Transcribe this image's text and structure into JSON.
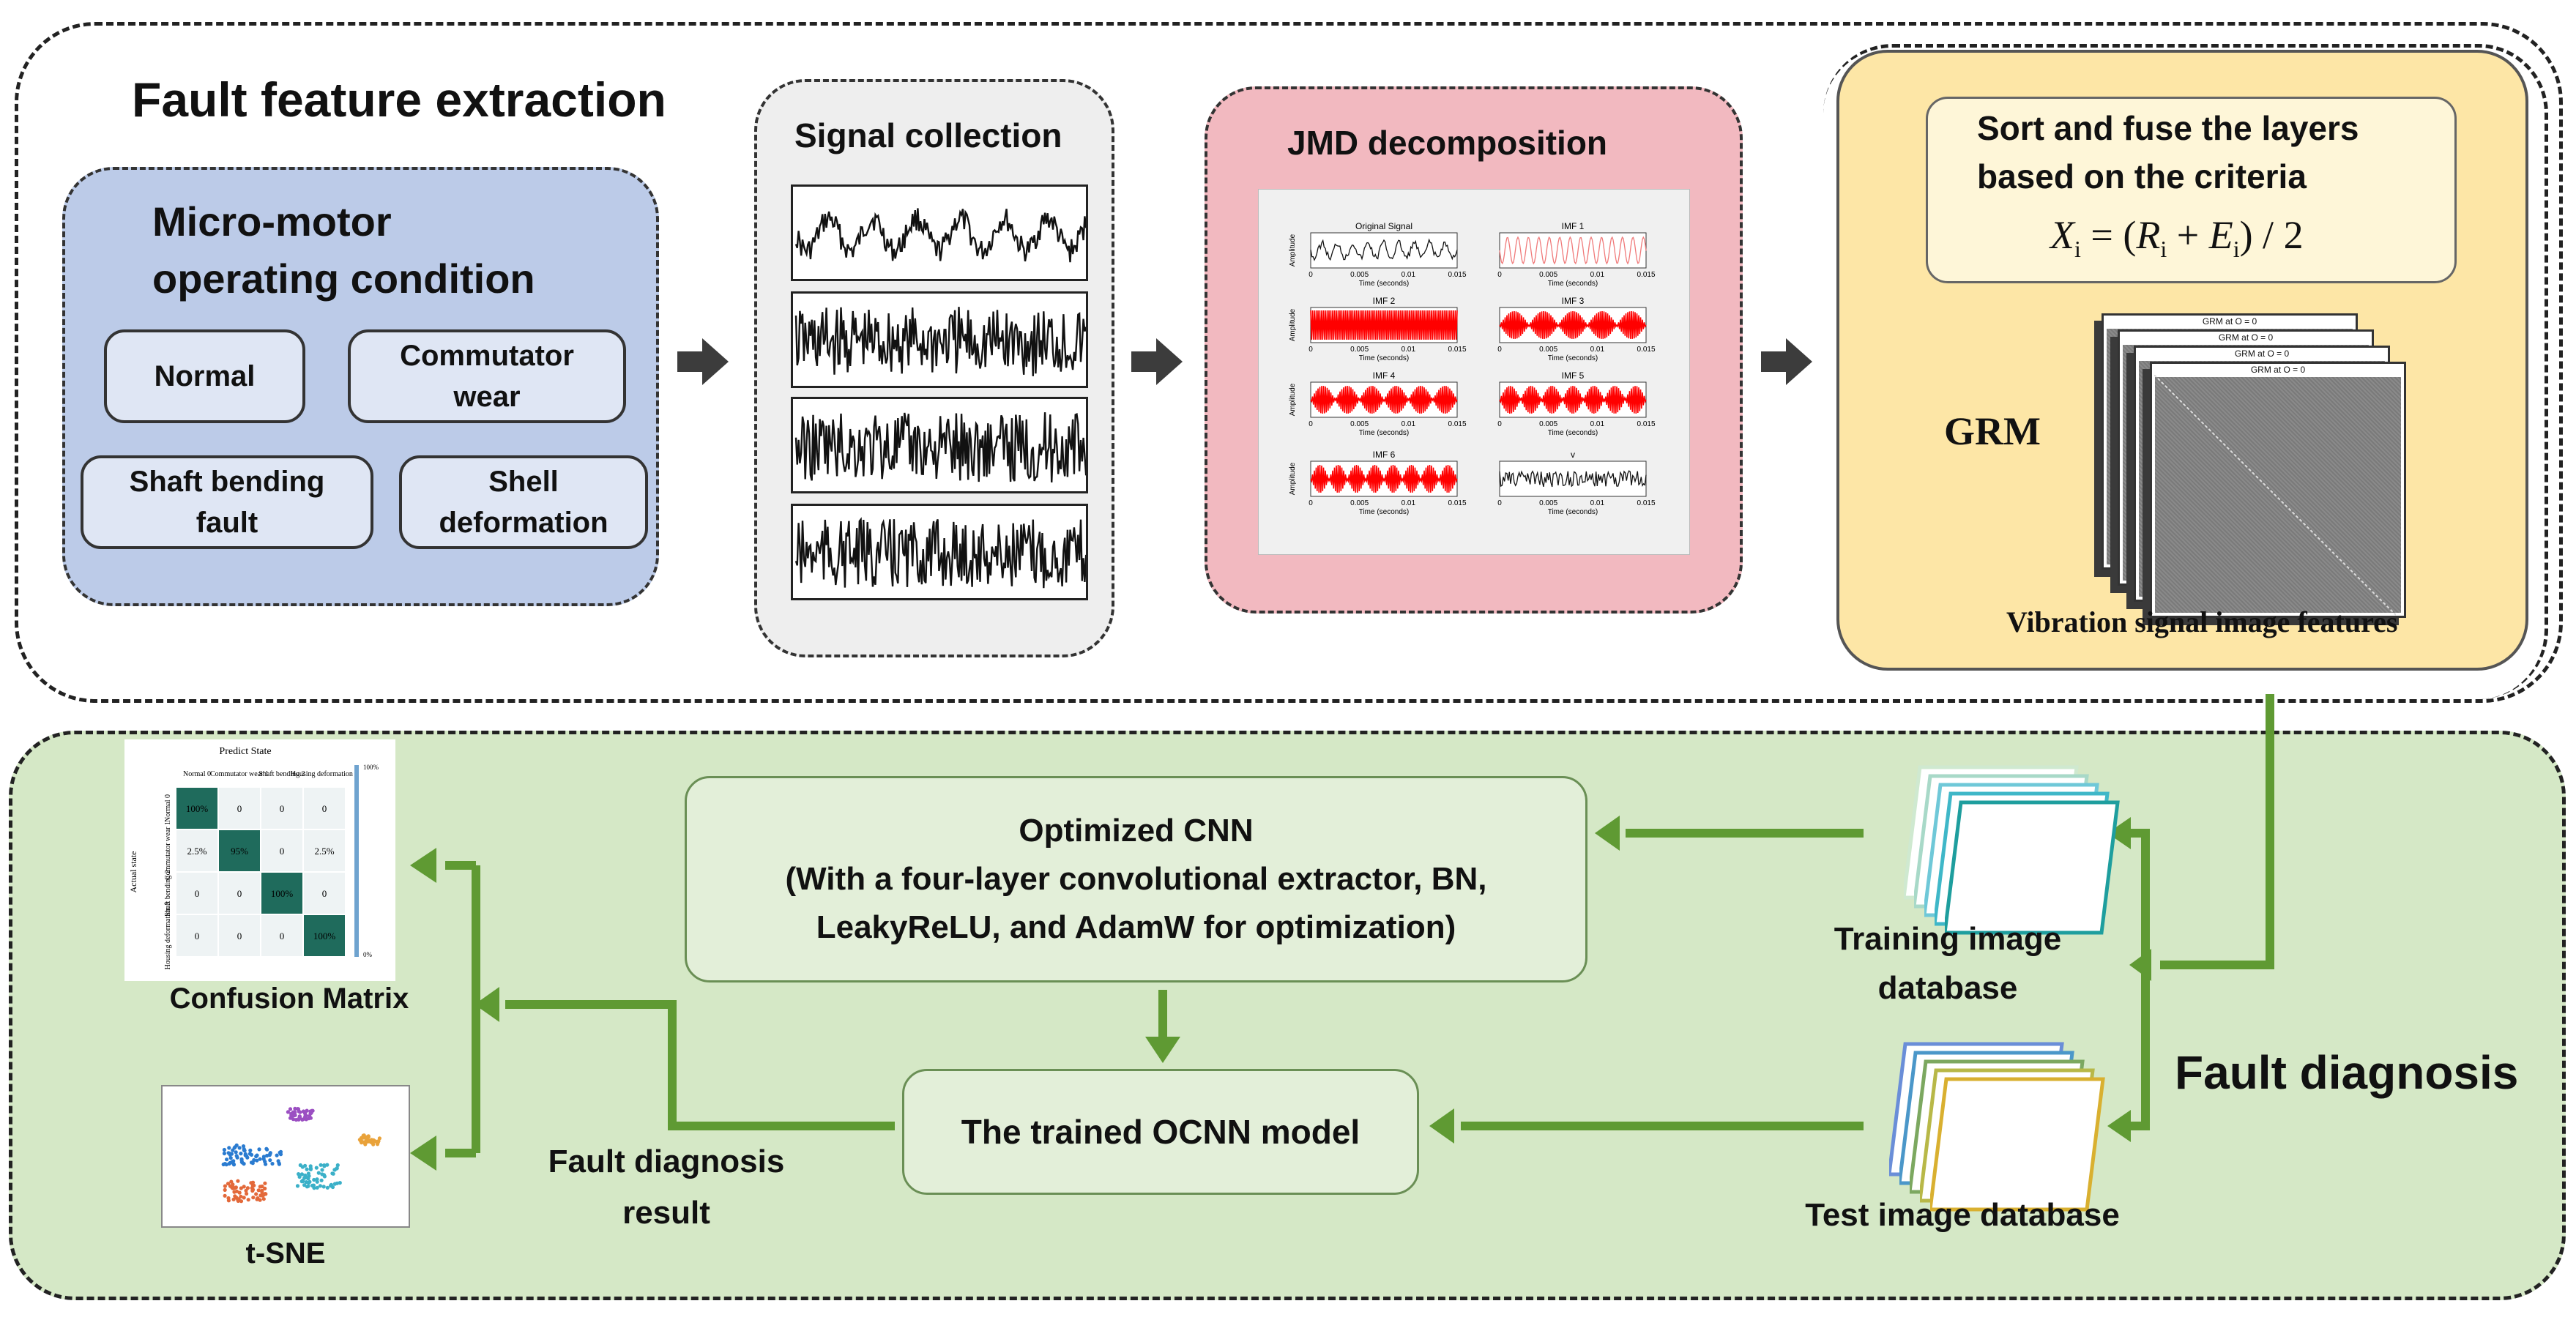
{
  "top_section": {
    "title": "Fault feature extraction",
    "micromotor": {
      "title_line1": "Micro-motor",
      "title_line2": "operating condition",
      "conditions": [
        {
          "line1": "Normal",
          "line2": ""
        },
        {
          "line1": "Commutator",
          "line2": "wear"
        },
        {
          "line1": "Shaft bending",
          "line2": "fault"
        },
        {
          "line1": "Shell",
          "line2": "deformation"
        }
      ]
    },
    "signal": {
      "title": "Signal collection"
    },
    "jmd": {
      "title": "JMD decomposition",
      "subplots": [
        {
          "title": "Original Signal",
          "ylabel": "Amplitude",
          "xlabel": "Time (seconds)"
        },
        {
          "title": "IMF 1",
          "ylabel": "",
          "xlabel": "Time (seconds)"
        },
        {
          "title": "IMF 2",
          "ylabel": "Amplitude",
          "xlabel": "Time (seconds)"
        },
        {
          "title": "IMF 3",
          "ylabel": "",
          "xlabel": "Time (seconds)"
        },
        {
          "title": "IMF 4",
          "ylabel": "Amplitude",
          "xlabel": "Time (seconds)"
        },
        {
          "title": "IMF 5",
          "ylabel": "",
          "xlabel": "Time (seconds)"
        },
        {
          "title": "IMF 6",
          "ylabel": "Amplitude",
          "xlabel": "Time (seconds)"
        },
        {
          "title": "v",
          "ylabel": "",
          "xlabel": "Time (seconds)"
        }
      ],
      "xticks": [
        "0",
        "0.005",
        "0.01",
        "0.015"
      ]
    },
    "grm": {
      "criteria_line1": "Sort and fuse the layers",
      "criteria_line2": "based on the criteria",
      "formula_lhs": "X",
      "formula_sub": "i",
      "formula_eq": " = (",
      "formula_r": "R",
      "formula_plus": " + ",
      "formula_e": "E",
      "formula_end": ") / 2",
      "label": "GRM",
      "stack_title": "GRM at O = 0",
      "caption": "Vibration signal image features"
    }
  },
  "bottom_section": {
    "title": "Fault diagnosis",
    "cnn": {
      "line1": "Optimized CNN",
      "line2": "(With a four-layer convolutional extractor, BN,",
      "line3": "LeakyReLU, and AdamW for optimization)"
    },
    "trained_model": "The trained OCNN model",
    "training_db_line1": "Training image",
    "training_db_line2": "database",
    "test_db": "Test image database",
    "result_line1": "Fault diagnosis",
    "result_line2": "result",
    "confusion": {
      "caption": "Confusion Matrix",
      "title": "Predict State",
      "ylabel": "Actual state",
      "col_labels": [
        "Normal 0",
        "Commutator wear 1",
        "Shaft bending 2",
        "Housing deformation 3"
      ],
      "row_labels": [
        "Normal 0",
        "Commutator wear 1",
        "Shaft bending 2",
        "Housing deformation 3"
      ],
      "cells": [
        [
          "100%",
          "0",
          "0",
          "0"
        ],
        [
          "2.5%",
          "95%",
          "0",
          "2.5%"
        ],
        [
          "0",
          "0",
          "100%",
          "0"
        ],
        [
          "0",
          "0",
          "0",
          "100%"
        ]
      ],
      "scale_max": "100%",
      "scale_min": "0%"
    },
    "tsne": {
      "caption": "t-SNE"
    }
  },
  "colors": {
    "micromotor_bg": "#bccbe8",
    "condition_bg": "#dfe6f4",
    "signal_bg": "#eeeeee",
    "jmd_bg": "#f2b9c0",
    "grm_bg": "#fde6a6",
    "bottom_bg": "#d5e8c6",
    "green_arrow": "#5f9a33",
    "imf_red": "#ff0000"
  }
}
